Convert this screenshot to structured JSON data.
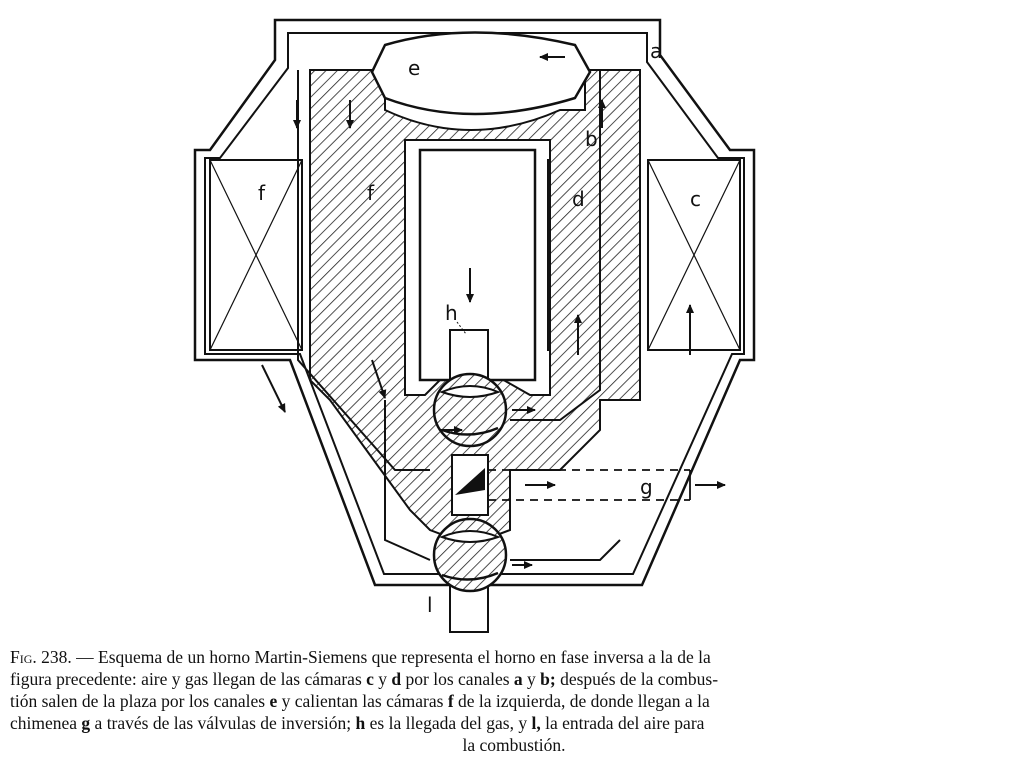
{
  "labels": {
    "a": "a",
    "b": "b",
    "c": "c",
    "d": "d",
    "e": "e",
    "f_left": "f",
    "f_right": "f",
    "g": "g",
    "h": "h",
    "l": "l"
  },
  "caption": {
    "fig_prefix": "Fig.",
    "fig_number": "238.",
    "line1": "— Esquema de un horno Martin-Siemens que representa el horno en fase inversa a la de la",
    "line2_a": "figura precedente: aire y gas llegan de las cámaras ",
    "line2_b": "c",
    "line2_c": " y ",
    "line2_d": "d",
    "line2_e": " por los canales ",
    "line2_f": "a",
    "line2_g": " y ",
    "line2_h": "b;",
    "line2_i": " después de la combus-",
    "line3_a": "tión salen de la plaza por los canales ",
    "line3_b": "e",
    "line3_c": " y calientan las cámaras ",
    "line3_d": "f",
    "line3_e": " de la izquierda, de donde llegan a la",
    "line4_a": "chimenea ",
    "line4_b": "g",
    "line4_c": " a través de las válvulas de inversión; ",
    "line4_d": "h",
    "line4_e": " es la llegada del gas, y ",
    "line4_f": "l,",
    "line4_g": " la entrada del aire para",
    "line5": "la combustión."
  }
}
